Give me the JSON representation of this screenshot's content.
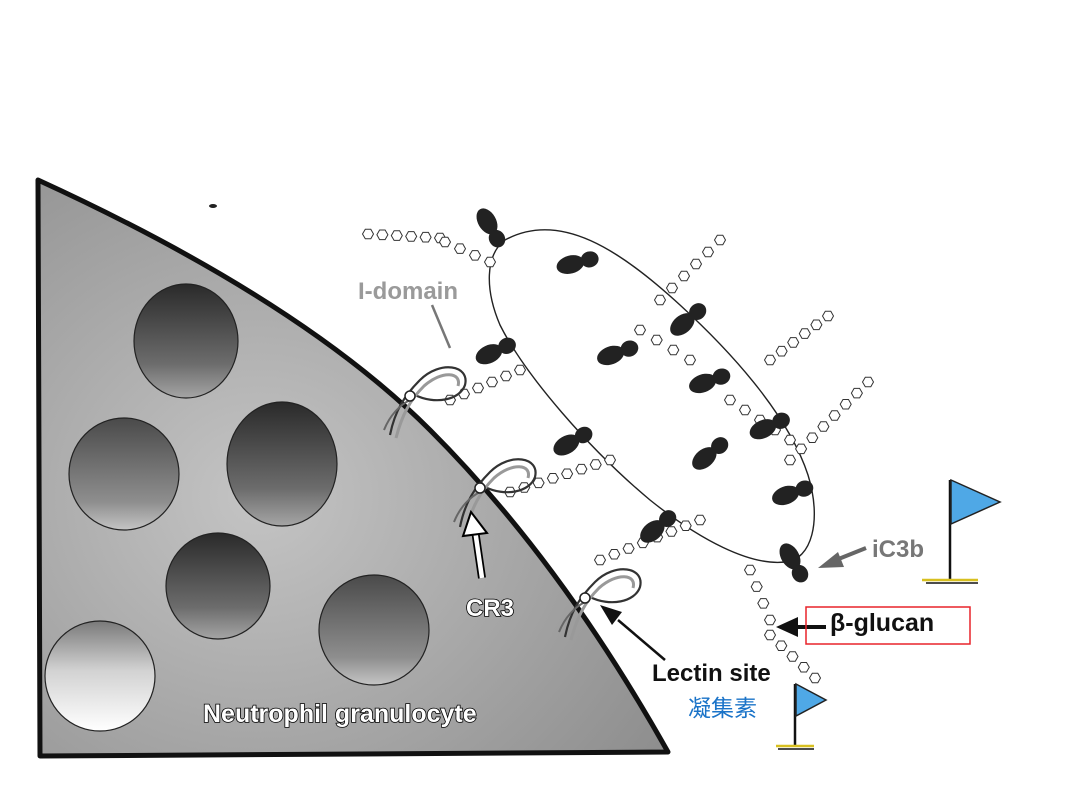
{
  "labels": {
    "i_domain": "I-domain",
    "cr3": "CR3",
    "ic3b": "iC3b",
    "beta_glucan": "β-glucan",
    "lectin_site": "Lectin site",
    "lectin_cn": "凝集素",
    "neutrophil": "Neutrophil granulocyte"
  },
  "colors": {
    "cell_fill": "#aaaaaa",
    "outline": "#111111",
    "ic3b_fill": "#222222",
    "flag": "#4fa8e6",
    "flag_base": "#d8c020",
    "highlight_box": "#e8232a",
    "cn_text": "#1a73c8",
    "i_domain_text": "#9a9a9a",
    "light_text": "#ffffff"
  },
  "icons": [
    "flag-icon",
    "arrow-icon"
  ]
}
